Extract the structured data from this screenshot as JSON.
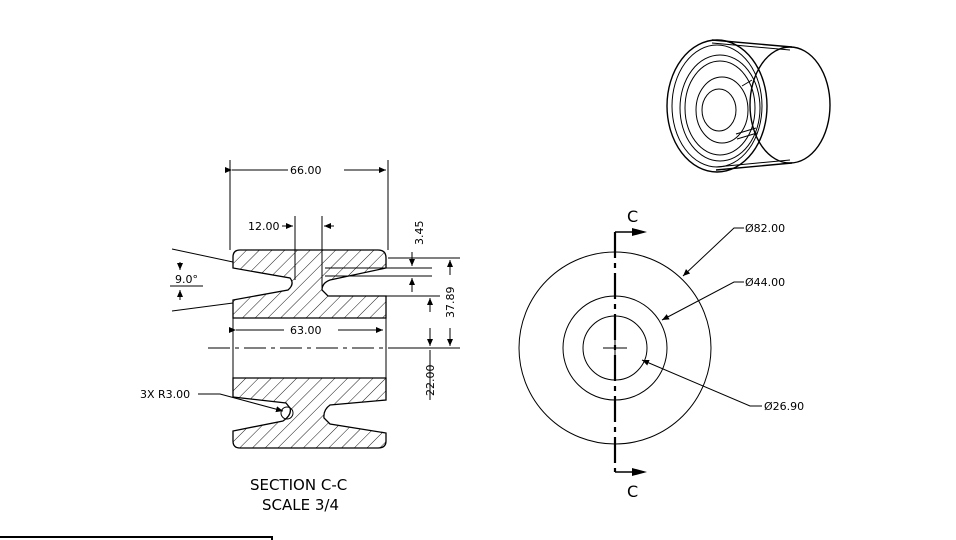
{
  "section_view": {
    "dims": {
      "overall_width": "66.00",
      "groove_width": "12.00",
      "groove_depth": "3.45",
      "angle": "9.0°",
      "rim_height": "37.89",
      "inner_width": "63.00",
      "bore_height": "22.00",
      "fillet": "3X R3.00"
    },
    "caption_line1": "SECTION C-C",
    "caption_line2": "SCALE 3/4"
  },
  "front_view": {
    "section_letter_top": "C",
    "section_letter_bottom": "C",
    "dia_outer": "Ø82.00",
    "dia_middle": "Ø44.00",
    "dia_bore": "Ø26.90"
  },
  "colors": {
    "line": "#000000",
    "background": "#ffffff"
  }
}
